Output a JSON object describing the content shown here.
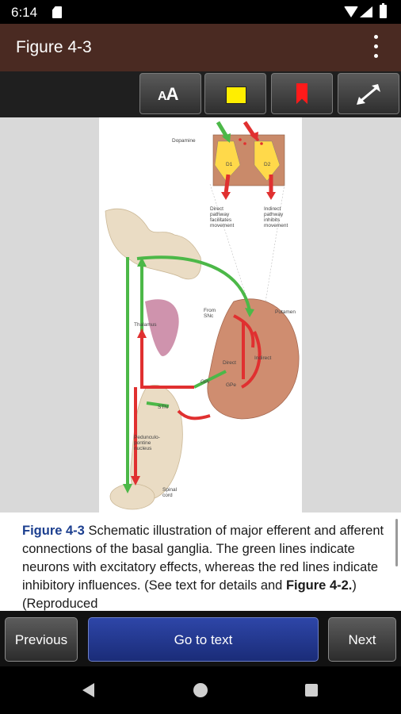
{
  "status_bar": {
    "time": "6:14"
  },
  "app_bar": {
    "title": "Figure 4-3"
  },
  "toolbar": {
    "font_icon": "text-size-icon",
    "highlight_color": "#ffee00",
    "bookmark_color": "#ff1a1a"
  },
  "figure": {
    "labels": {
      "dopamine": "Dopamine",
      "d1": "D1",
      "d2": "D2",
      "direct_pathway": "Direct\npathway\nfacilitates\nmovement",
      "indirect_pathway": "Indirect\npathway\ninhibits\nmovement",
      "from_snc": "From\nSNc",
      "putamen": "Putamen",
      "thalamus": "Thalamus",
      "direct": "Direct",
      "indirect": "Indirect",
      "gpi": "GPi",
      "gpe": "GPe",
      "stn": "STN",
      "pedunculo": "Pedunculo-\npontine\nnucleus",
      "spinal_cord": "Spinal\ncord"
    }
  },
  "caption": {
    "figure_ref": "Figure 4-3",
    "text_main": " Schematic illustration of major efferent and afferent connections of the basal ganglia. The green lines indicate neurons with excitatory effects, whereas the red lines indicate inhibitory influences. (See text for details and ",
    "figure_ref2": "Figure 4-2.",
    "text_tail": ") (Reproduced"
  },
  "buttons": {
    "previous": "Previous",
    "goto_text": "Go to text",
    "next": "Next"
  }
}
